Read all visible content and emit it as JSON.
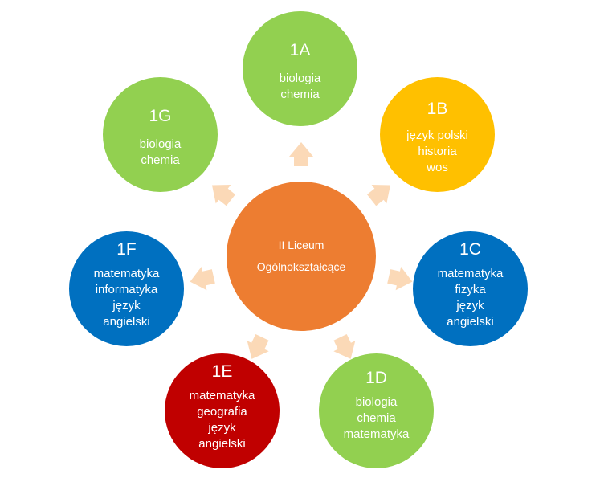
{
  "diagram": {
    "center": {
      "line1": "II Liceum",
      "line2": "Ogólnokształcące",
      "color": "#ed7d31"
    },
    "arrow_color": "#fbd9b7",
    "classes": [
      {
        "id": "1A",
        "color": "#92d050",
        "subjects": [
          "biologia",
          "chemia"
        ]
      },
      {
        "id": "1B",
        "color": "#ffc000",
        "subjects": [
          "język polski",
          "historia",
          "wos"
        ]
      },
      {
        "id": "1C",
        "color": "#0070c0",
        "subjects": [
          "matematyka",
          "fizyka",
          "język",
          "angielski"
        ]
      },
      {
        "id": "1D",
        "color": "#92d050",
        "subjects": [
          "biologia",
          "chemia",
          "matematyka"
        ]
      },
      {
        "id": "1E",
        "color": "#c00000",
        "subjects": [
          "matematyka",
          "geografia",
          "język",
          "angielski"
        ]
      },
      {
        "id": "1F",
        "color": "#0070c0",
        "subjects": [
          "matematyka",
          "informatyka",
          "język",
          "angielski"
        ]
      },
      {
        "id": "1G",
        "color": "#92d050",
        "subjects": [
          "biologia",
          "chemia"
        ]
      }
    ]
  }
}
